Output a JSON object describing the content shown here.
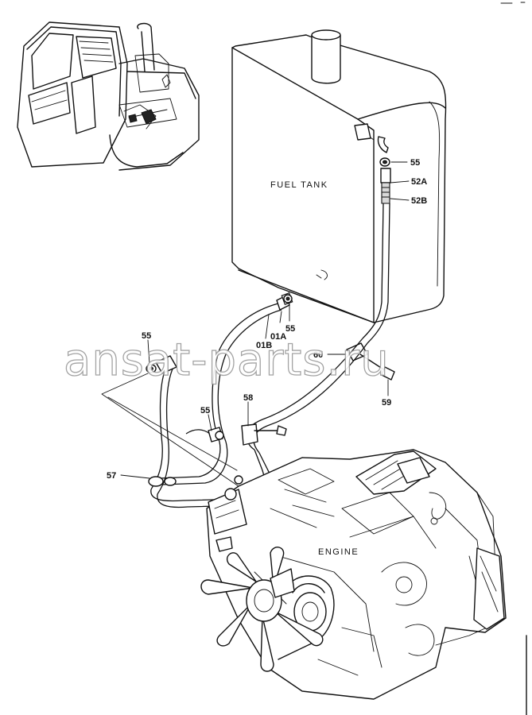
{
  "diagram": {
    "watermark": "ansat-parts.ru",
    "components": {
      "fuel_tank": "FUEL  TANK",
      "engine": "ENGINE"
    },
    "callouts": {
      "c55_top": "55",
      "c52a": "52A",
      "c52b": "52B",
      "c55_mid": "55",
      "c01a": "01A",
      "c01b": "01B",
      "c60": "60",
      "c59": "59",
      "c55_left": "55",
      "c58": "58",
      "c55_low": "55",
      "c57": "57"
    }
  }
}
